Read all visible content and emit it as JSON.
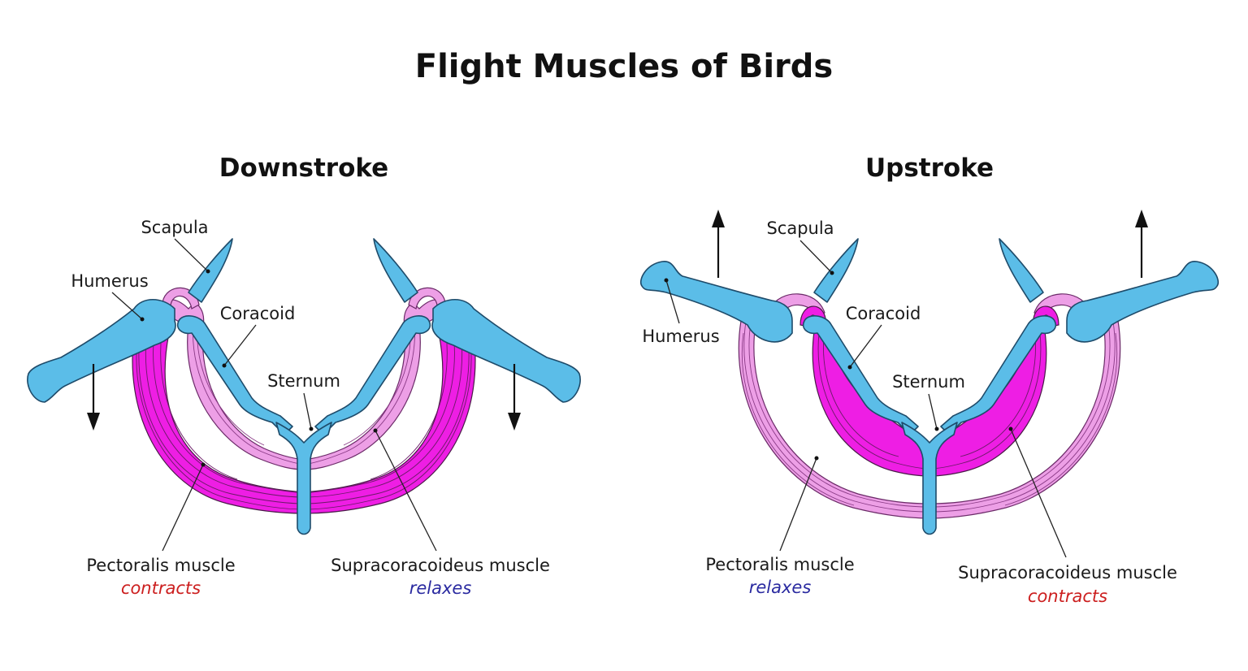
{
  "title": "Flight Muscles of Birds",
  "panels": {
    "downstroke": {
      "title": "Downstroke",
      "labels": {
        "scapula": "Scapula",
        "humerus": "Humerus",
        "coracoid": "Coracoid",
        "sternum": "Sternum",
        "pectoralis": "Pectoralis muscle",
        "supracoracoideus": "Supracoracoideus muscle"
      },
      "pectoralis_state": "contracts",
      "supracoracoideus_state": "relaxes"
    },
    "upstroke": {
      "title": "Upstroke",
      "labels": {
        "scapula": "Scapula",
        "humerus": "Humerus",
        "coracoid": "Coracoid",
        "sternum": "Sternum",
        "pectoralis": "Pectoralis muscle",
        "supracoracoideus": "Supracoracoideus muscle"
      },
      "pectoralis_state": "relaxes",
      "supracoracoideus_state": "contracts"
    }
  },
  "colors": {
    "bone": "#5bbde8",
    "muscle_contracted": "#ee1ee4",
    "muscle_relaxed": "#ed9fe6",
    "contracts_text": "#cc1f1f",
    "relaxes_text": "#2a2aa0"
  }
}
